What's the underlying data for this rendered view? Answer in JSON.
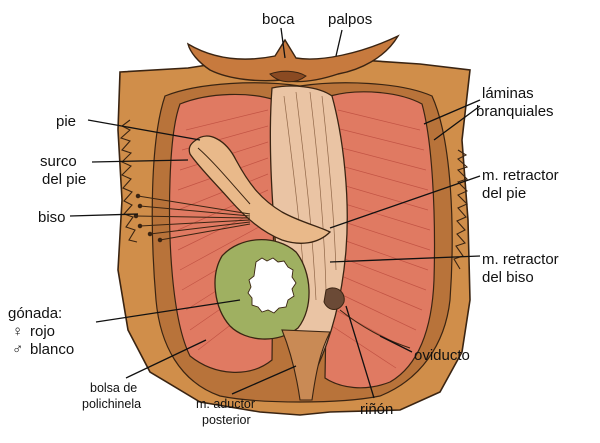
{
  "labels": {
    "boca": "boca",
    "palpos": "palpos",
    "laminas_1": "láminas",
    "laminas_2": "branquiales",
    "pie": "pie",
    "surco_1": "surco",
    "surco_2": "del pie",
    "retractor_pie_1": "m. retractor",
    "retractor_pie_2": "del pie",
    "biso": "biso",
    "retractor_biso_1": "m. retractor",
    "retractor_biso_2": "del biso",
    "gonada": "gónada:",
    "gonada_female_symbol": "♀",
    "gonada_female": "rojo",
    "gonada_male_symbol": "♂",
    "gonada_male": "blanco",
    "oviducto": "oviducto",
    "bolsa_1": "bolsa de",
    "bolsa_2": "polichinela",
    "aductor_1": "m. aductor",
    "aductor_2": "posterior",
    "rinon": "riñón"
  },
  "colors": {
    "mantle": "#d08e4a",
    "mantle_dark": "#a9652c",
    "gill": "#e07a62",
    "gill_lines": "#b8473a",
    "gonad_green": "#9fb061",
    "white_gonad": "#ffffff",
    "muscle": "#eac4a4"
  }
}
